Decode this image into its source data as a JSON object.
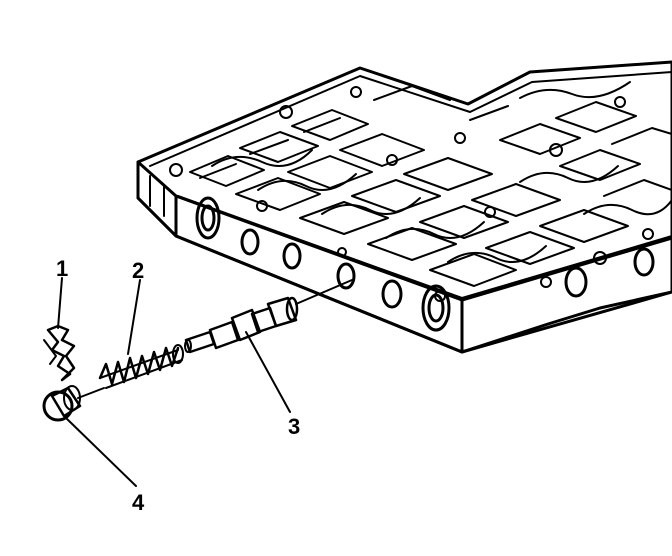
{
  "callouts": {
    "c1": "1",
    "c2": "2",
    "c3": "3",
    "c4": "4"
  },
  "colors": {
    "ink": "#000000",
    "paper": "#ffffff",
    "shade": "#d9d9d9"
  },
  "icons": {
    "valve_body": "valve-body-icon",
    "retainer_clip": "retainer-clip-icon",
    "spring": "spring-icon",
    "valve": "valve-icon",
    "plug": "bore-plug-icon"
  }
}
